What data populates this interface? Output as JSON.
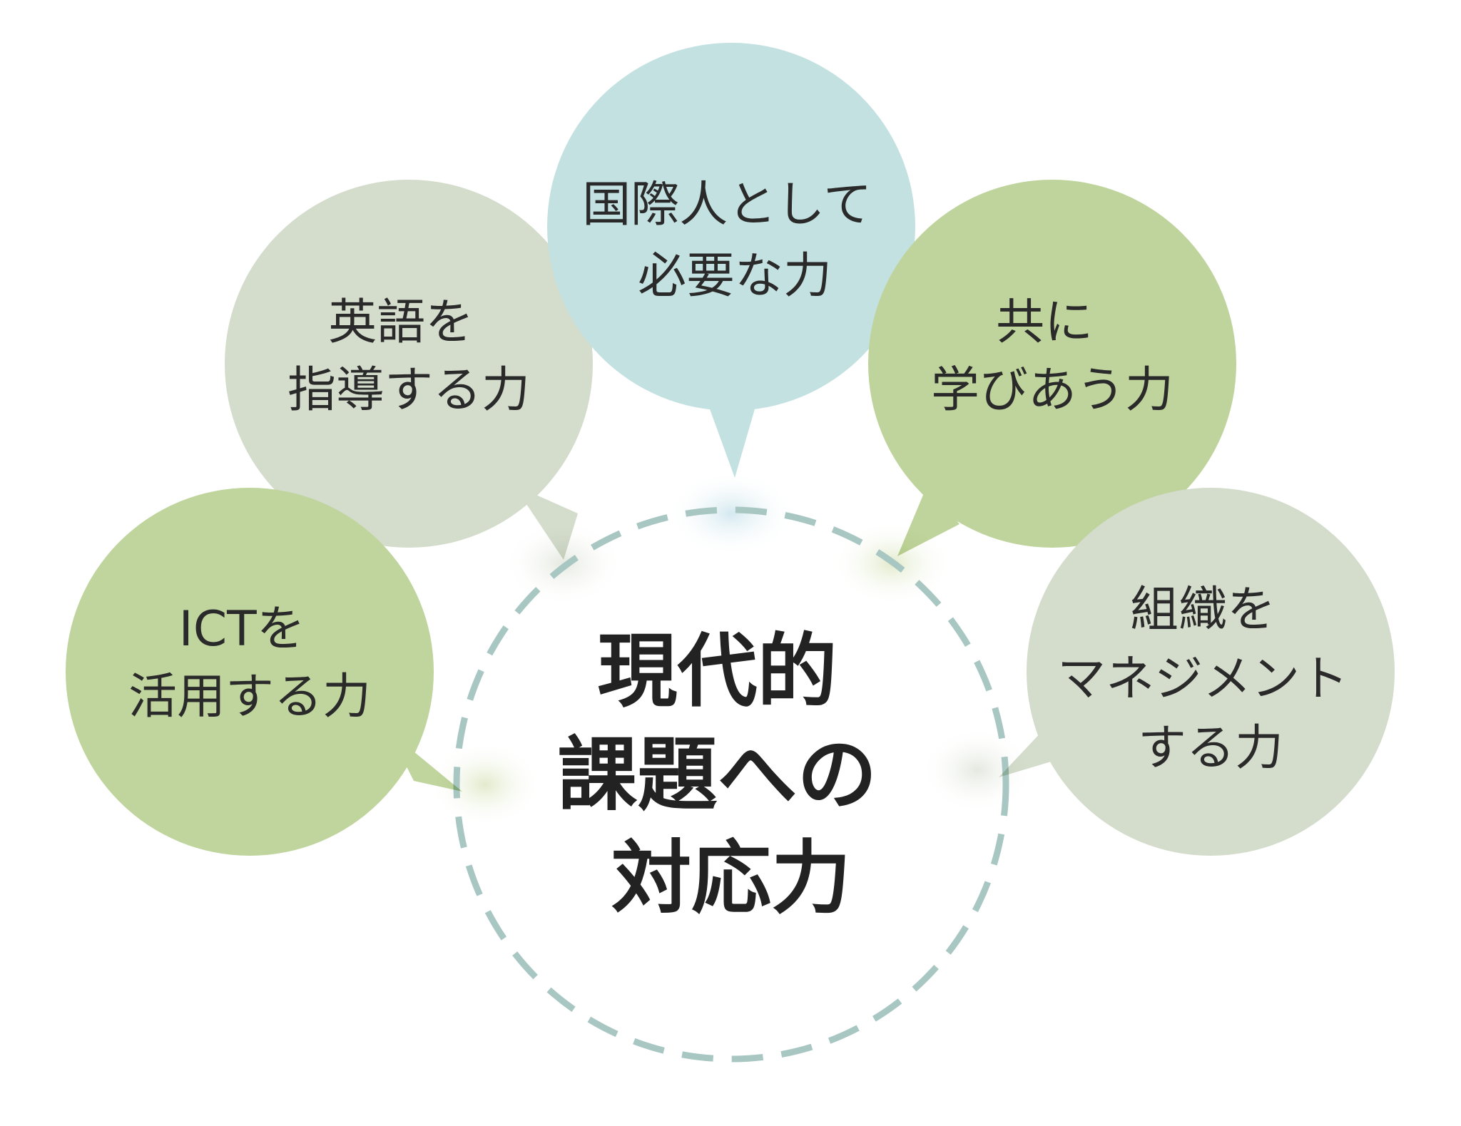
{
  "center": {
    "lines": [
      "現代的",
      "課題への",
      "対応力"
    ]
  },
  "bubbles": {
    "international": {
      "lines": [
        "国際人として",
        "必要な力"
      ],
      "color": "#c4e1e1"
    },
    "english": {
      "lines": [
        "英語を",
        "指導する力"
      ],
      "color": "#d4dccc"
    },
    "collaborate": {
      "lines": [
        "共に",
        "学びあう力"
      ],
      "color": "#bfd49c"
    },
    "ict": {
      "lines": [
        "ICTを",
        "活用する力"
      ],
      "color": "#c0d59e"
    },
    "manage": {
      "lines": [
        "組織を",
        "マネジメント",
        "する力"
      ],
      "color": "#d4dccc"
    }
  },
  "colors": {
    "dashed_circle": "#a9c7c2",
    "text": "#2a2a2a"
  }
}
